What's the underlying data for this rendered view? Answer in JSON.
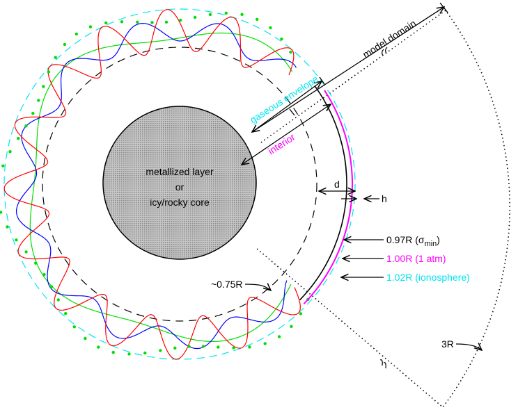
{
  "core": {
    "line1": "metallized layer",
    "line2": "or",
    "line3": "icy/rocky core"
  },
  "labels": {
    "model_domain": "model domain",
    "gaseous_envelope": "gaseous envelope",
    "interior": "interior",
    "d": "d",
    "h": "h",
    "sigma_min": {
      "main": "0.97R (σ",
      "sub": "min",
      "close": ")"
    },
    "one_atm": "1.00R (1 atm)",
    "ionosphere": "1.02R (ionosphere)",
    "r075": "~0.75R",
    "r3": "3R"
  },
  "colors": {
    "gaseous_envelope": "#00e5f0",
    "interior": "#ff00ff",
    "red_wave": "#ff0000",
    "blue_wave": "#0000ff",
    "green_wave": "#00dd00",
    "core_fill": "#b4b4b4"
  }
}
